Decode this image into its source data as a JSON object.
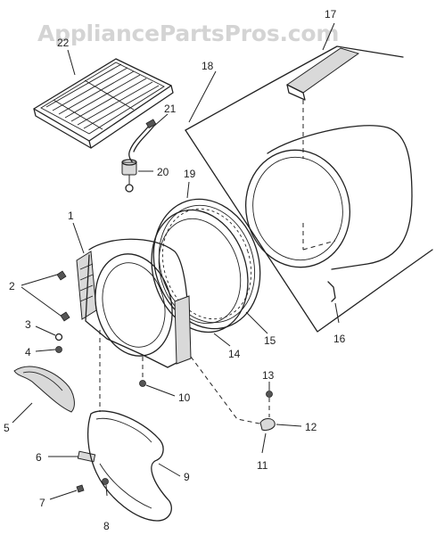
{
  "watermark": "AppliancePartsPros.com",
  "callouts": [
    "1",
    "2",
    "3",
    "4",
    "5",
    "6",
    "7",
    "8",
    "9",
    "10",
    "11",
    "12",
    "13",
    "14",
    "15",
    "16",
    "17",
    "18",
    "19",
    "20",
    "21",
    "22"
  ]
}
